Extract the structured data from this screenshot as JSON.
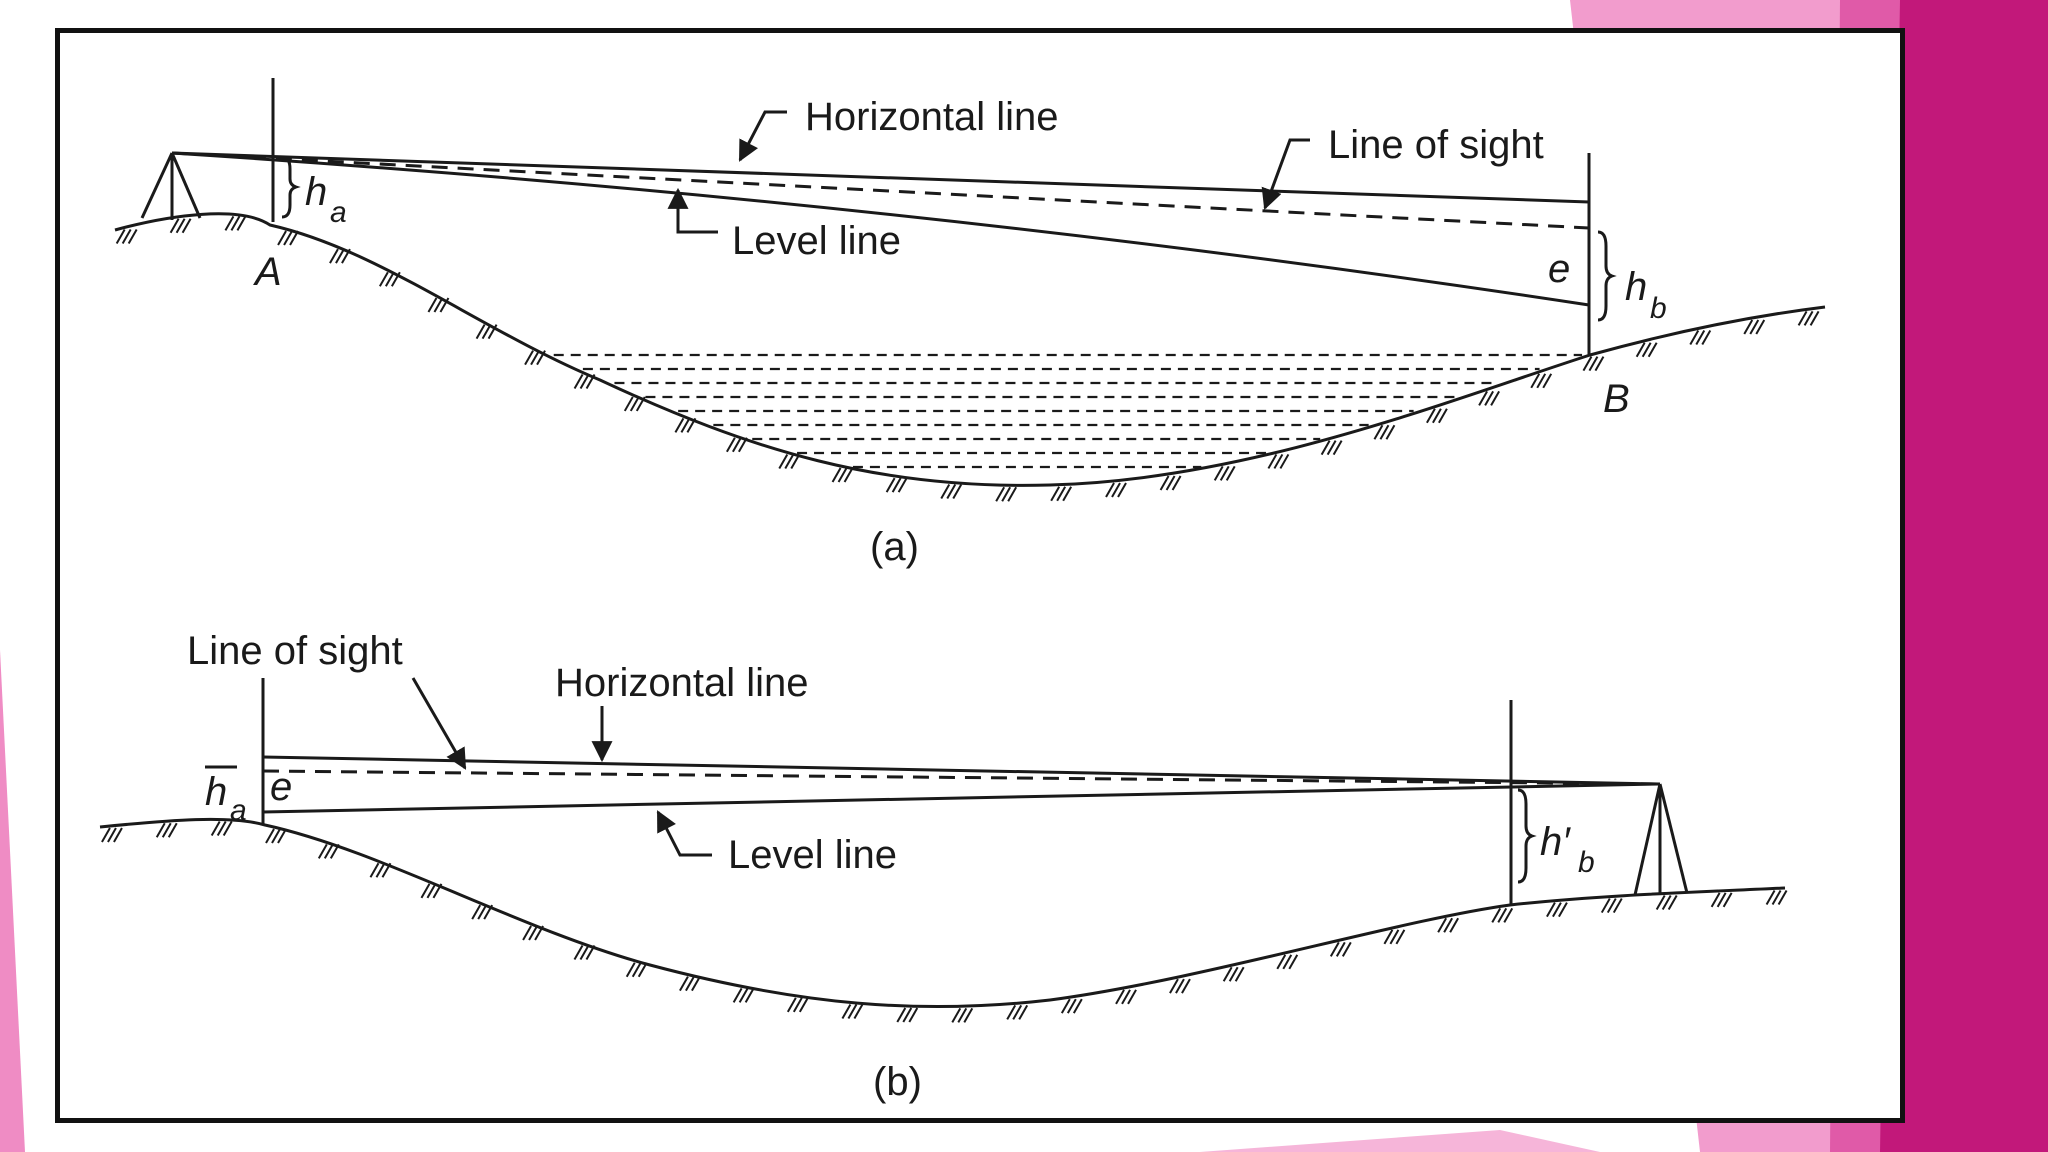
{
  "slide": {
    "accent_colors": [
      "#e05aa8",
      "#c2187a",
      "#ef8cc4",
      "#f6b5d9"
    ]
  },
  "diagram_a": {
    "caption": "(a)",
    "horizontal_line_label": "Horizontal line",
    "line_of_sight_label": "Line of sight",
    "level_line_label": "Level line",
    "point_a": "A",
    "point_b": "B",
    "ha_symbol": "h",
    "ha_sub": "a",
    "hb_symbol": "h",
    "hb_sub": "b",
    "error_symbol": "e"
  },
  "diagram_b": {
    "caption": "(b)",
    "line_of_sight_label": "Line of sight",
    "horizontal_line_label": "Horizontal line",
    "level_line_label": "Level line",
    "ha_symbol": "h",
    "ha_sub": "a",
    "hb_symbol": "h′",
    "hb_sub": "b",
    "error_symbol": "e"
  }
}
